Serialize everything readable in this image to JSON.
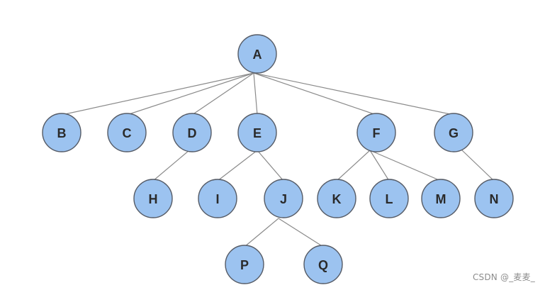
{
  "diagram": {
    "type": "tree",
    "nodes": [
      {
        "id": "A",
        "label": "A"
      },
      {
        "id": "B",
        "label": "B"
      },
      {
        "id": "C",
        "label": "C"
      },
      {
        "id": "D",
        "label": "D"
      },
      {
        "id": "E",
        "label": "E"
      },
      {
        "id": "F",
        "label": "F"
      },
      {
        "id": "G",
        "label": "G"
      },
      {
        "id": "H",
        "label": "H"
      },
      {
        "id": "I",
        "label": "I"
      },
      {
        "id": "J",
        "label": "J"
      },
      {
        "id": "K",
        "label": "K"
      },
      {
        "id": "L",
        "label": "L"
      },
      {
        "id": "M",
        "label": "M"
      },
      {
        "id": "N",
        "label": "N"
      },
      {
        "id": "P",
        "label": "P"
      },
      {
        "id": "Q",
        "label": "Q"
      }
    ],
    "edges": [
      {
        "from": "A",
        "to": "B"
      },
      {
        "from": "A",
        "to": "C"
      },
      {
        "from": "A",
        "to": "D"
      },
      {
        "from": "A",
        "to": "E"
      },
      {
        "from": "A",
        "to": "F"
      },
      {
        "from": "A",
        "to": "G"
      },
      {
        "from": "D",
        "to": "H"
      },
      {
        "from": "E",
        "to": "I"
      },
      {
        "from": "E",
        "to": "J"
      },
      {
        "from": "J",
        "to": "P"
      },
      {
        "from": "J",
        "to": "Q"
      },
      {
        "from": "F",
        "to": "K"
      },
      {
        "from": "F",
        "to": "L"
      },
      {
        "from": "F",
        "to": "M"
      },
      {
        "from": "G",
        "to": "N"
      }
    ],
    "colors": {
      "node_fill": "#9cc3f0",
      "node_stroke": "#555b66",
      "edge": "#8a8a8a",
      "label": "#2a2a2a"
    }
  },
  "watermark": {
    "text": "CSDN @_麦麦_"
  }
}
